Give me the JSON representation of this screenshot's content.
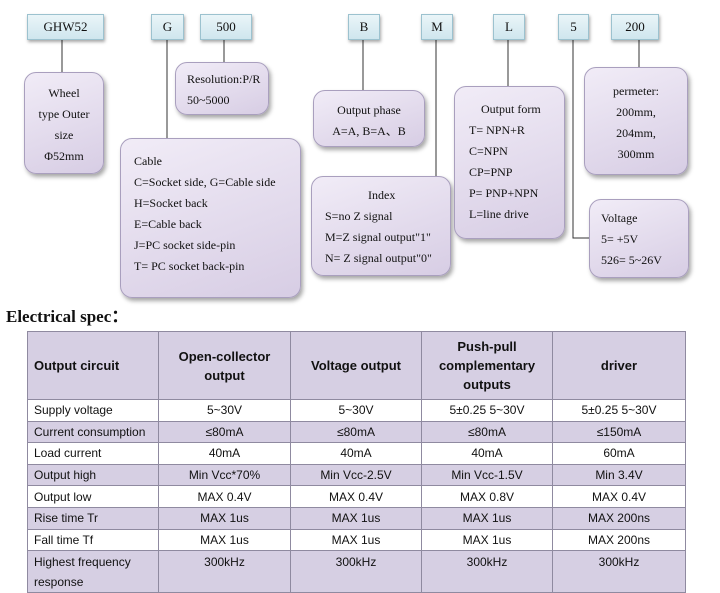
{
  "model_code": {
    "series": "GHW52",
    "cable": "G",
    "resolution": "500",
    "output_phase": "B",
    "index": "M",
    "output_form": "L",
    "voltage": "5",
    "perimeter": "200"
  },
  "callouts": {
    "wheel": [
      "Wheel",
      "type Outer",
      "size",
      "Φ52mm"
    ],
    "resolution": [
      "Resolution:P/R",
      "50~5000"
    ],
    "cable": [
      "Cable",
      "C=Socket side, G=Cable side",
      "H=Socket back",
      "E=Cable back",
      "J=PC socket side-pin",
      "T= PC socket back-pin"
    ],
    "output_phase": [
      "Output phase",
      "A=A, B=A、B"
    ],
    "index": [
      "Index",
      "S=no Z signal",
      "M=Z signal output\"1\"",
      "N= Z signal output\"0\""
    ],
    "output_form": [
      "Output form",
      "T= NPN+R",
      "C=NPN",
      "CP=PNP",
      "P= PNP+NPN",
      "L=line drive"
    ],
    "perimeter": [
      "permeter:",
      "200mm,",
      "204mm,",
      "300mm"
    ],
    "voltage": [
      "Voltage",
      "5= +5V",
      "526= 5~26V"
    ]
  },
  "spec_heading": "Electrical spec：",
  "spec_table": {
    "header": [
      "Output circuit",
      "Open-collector output",
      "Voltage output",
      "Push-pull complementary outputs",
      "driver"
    ],
    "rows": [
      [
        "Supply voltage",
        "5~30V",
        "5~30V",
        "5±0.25    5~30V",
        "5±0.25    5~30V"
      ],
      [
        "Current consumption",
        "≤80mA",
        "≤80mA",
        "≤80mA",
        "≤150mA"
      ],
      [
        "Load current",
        "40mA",
        "40mA",
        "40mA",
        "60mA"
      ],
      [
        "Output high",
        "Min Vcc*70%",
        "Min Vcc-2.5V",
        "Min Vcc-1.5V",
        "Min 3.4V"
      ],
      [
        "Output low",
        "MAX 0.4V",
        "MAX 0.4V",
        "MAX 0.8V",
        "MAX 0.4V"
      ],
      [
        "Rise time Tr",
        "MAX 1us",
        "MAX 1us",
        "MAX 1us",
        "MAX 200ns"
      ],
      [
        "Fall time Tf",
        "MAX 1us",
        "MAX 1us",
        "MAX 1us",
        "MAX 200ns"
      ],
      [
        "Highest frequency response",
        "300kHz",
        "300kHz",
        "300kHz",
        "300kHz"
      ]
    ]
  }
}
